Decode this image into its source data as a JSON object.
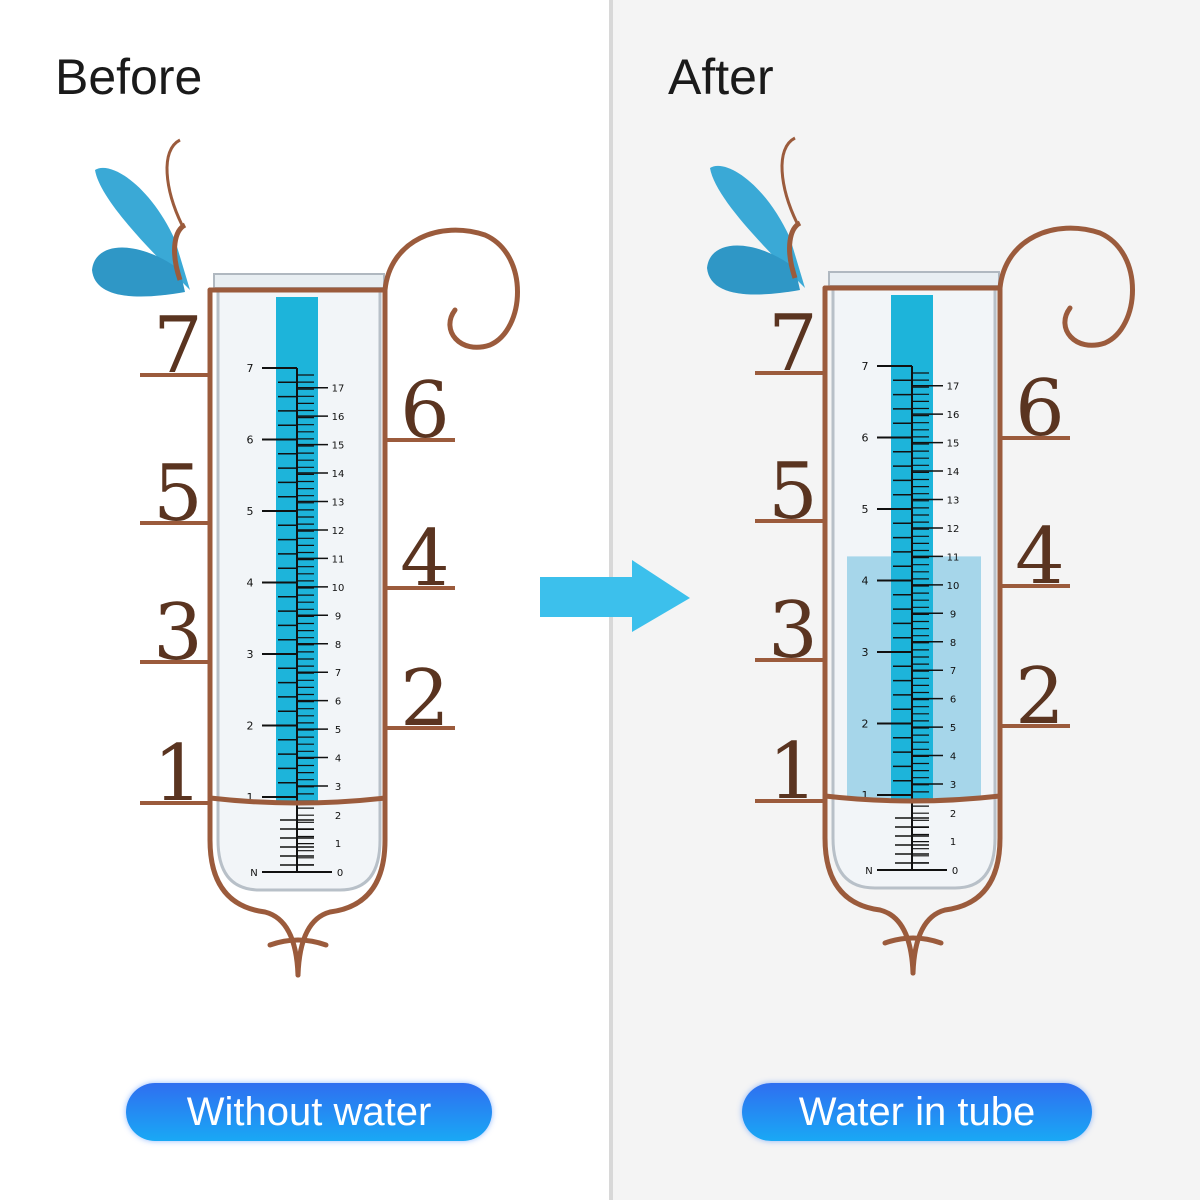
{
  "before": {
    "heading": "Before",
    "caption": "Without water",
    "water_level_cm": null
  },
  "after": {
    "heading": "After",
    "caption": "Water in tube",
    "water_level_cm": 11
  },
  "gauge": {
    "inch_labels": [
      "1",
      "2",
      "3",
      "4",
      "5",
      "6",
      "7"
    ],
    "cm_labels": [
      "3",
      "4",
      "5",
      "6",
      "7",
      "8",
      "9",
      "10",
      "11",
      "12",
      "13",
      "14",
      "15",
      "16",
      "17"
    ],
    "lower_cm_labels": [
      "2",
      "1"
    ],
    "bottom_left_label": "N",
    "bottom_right_label": "0",
    "stand_numbers_left": [
      "7",
      "5",
      "3",
      "1"
    ],
    "stand_numbers_right": [
      "6",
      "4",
      "2"
    ]
  },
  "colors": {
    "copper": "#9b5b3c",
    "scale_cyan": "#1db4da",
    "water": "#8ccbe6",
    "arrow": "#3cc0ec",
    "butterfly": "#3aa9d6",
    "pill_top": "#2f6ef0",
    "pill_bottom": "#19a8f5"
  },
  "icons": {
    "arrow": "arrow-right-icon",
    "ornament": "butterfly-icon"
  }
}
